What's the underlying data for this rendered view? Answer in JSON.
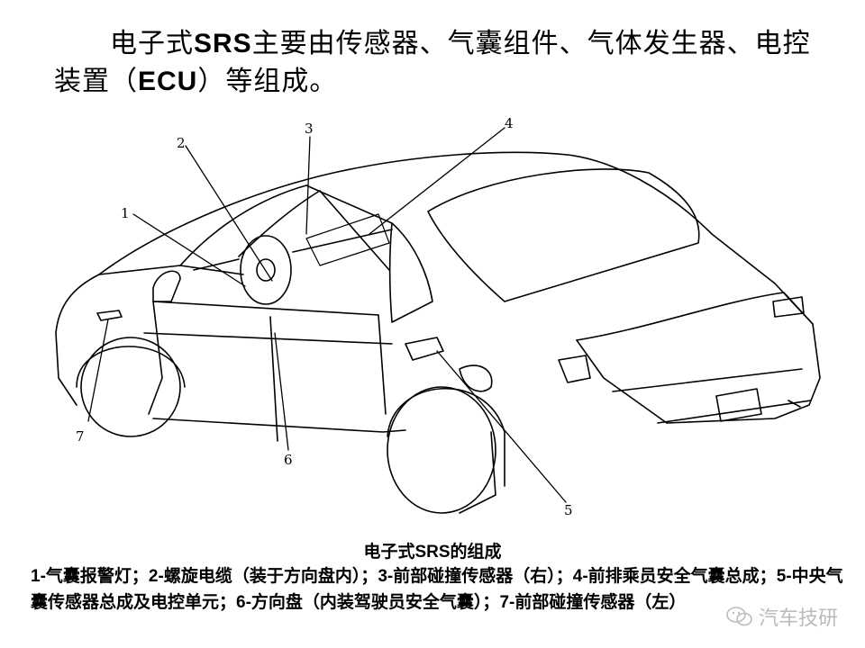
{
  "intro": {
    "pre": "电子式",
    "srs": "SRS",
    "mid": "主要由传感器、气囊组件、气体发生器、电控装置（",
    "ecu": "ECU",
    "post": "）等组成。"
  },
  "callouts": [
    "1",
    "2",
    "3",
    "4",
    "5",
    "6",
    "7"
  ],
  "caption": {
    "pre": "电子式",
    "srs": "SRS",
    "post": "的组成"
  },
  "legend": [
    {
      "num": "1-",
      "text": "气囊报警灯；"
    },
    {
      "num": "2-",
      "text": "螺旋电缆（装于方向盘内）；"
    },
    {
      "num": "3-",
      "text": "前部碰撞传感器（右）；"
    },
    {
      "num": "4-",
      "text": "前排乘员安全气囊总成；"
    },
    {
      "num": "5-",
      "text": "中央气囊传感器总成及电控单元；"
    },
    {
      "num": "6-",
      "text": "方向盘（内装驾驶员安全气囊）；"
    },
    {
      "num": "7-",
      "text": "前部碰撞传感器（左）"
    }
  ],
  "watermark": {
    "text": "汽车技研",
    "icon": "wechat-icon"
  }
}
